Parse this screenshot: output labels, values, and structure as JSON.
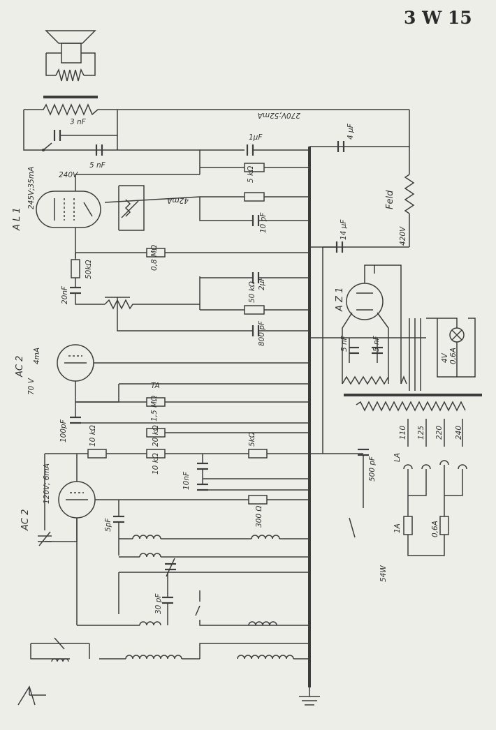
{
  "title": "3 W 15",
  "labels": {
    "al1": "A L 1",
    "al1_volt": "245V;35mA",
    "v240": "240V",
    "i42": "42mA",
    "v270": "270V;52mA",
    "nf3": "3 nF",
    "nf5": "5 nF",
    "uf1": "1µF",
    "uf4": "4 µF",
    "kohm5": "5 kΩ",
    "pf10": "10 pF",
    "feld": "Feld",
    "v420": "420V",
    "uf14": "14 µF",
    "mohm08": "0,8 MΩ",
    "kohm50a": "50kΩ",
    "nf20": "20nF",
    "uf2": "2µF",
    "kohm50b": "50 kΩ",
    "az1": "A Z 1",
    "pf800": "800 pF",
    "nf5a": "5 nF",
    "nf5b": "5 nF",
    "v4": "4V",
    "a06": "0,6A",
    "ac2a": "AC 2",
    "ma4": "4mA",
    "v70": "70 V",
    "ta": "TA",
    "mohm15": "1,5 MΩ",
    "pf100": "100pF",
    "kohm10a": "10 kΩ",
    "kohm20": "20 kΩ",
    "kohm10b": "10 kΩ",
    "kohm5b": "5kΩ",
    "nf10": "10nF",
    "v120": "120V; 6mA",
    "ac2b": "AC 2",
    "pf5": "5pF",
    "ohm300": "300 Ω",
    "pf30": "30 pF",
    "t110": "110",
    "t125": "125",
    "t220": "220",
    "t240": "240",
    "la": "LA",
    "pf500": "500 pF",
    "a1": "1A",
    "a06b": "0,6A",
    "w54": "54W"
  }
}
